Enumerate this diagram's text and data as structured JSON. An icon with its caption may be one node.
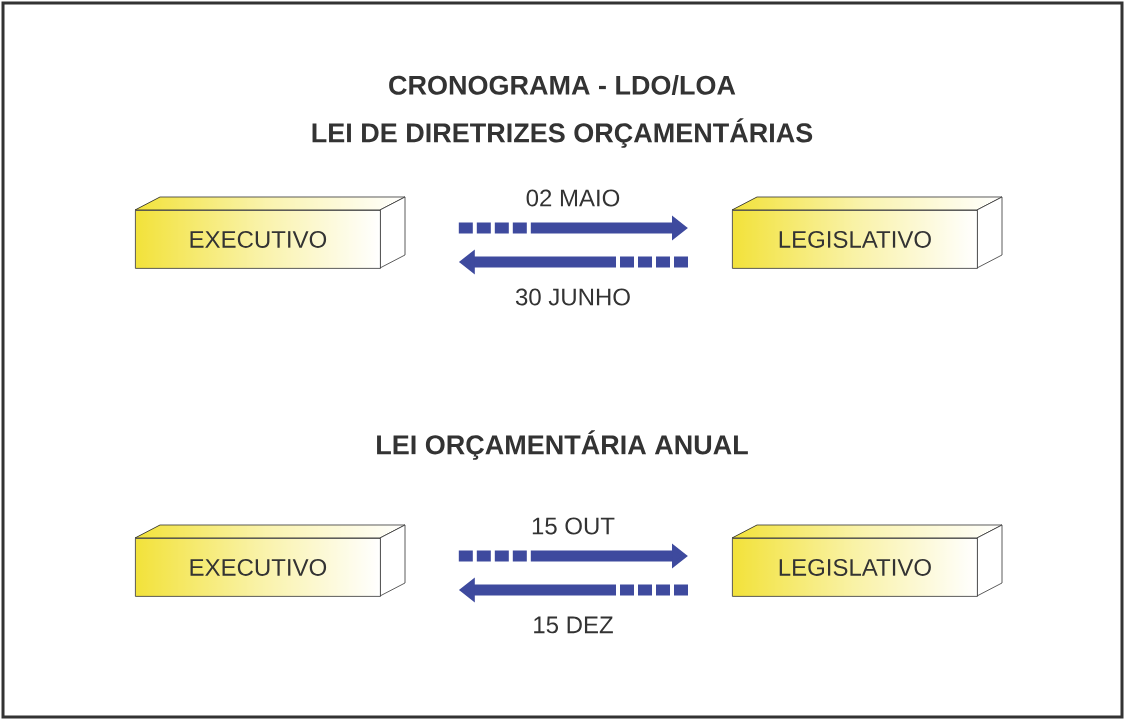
{
  "diagram": {
    "title": "CRONOGRAMA - LDO/LOA",
    "nodes": [
      {
        "text": [
          "EXECUTIVO"
        ]
      },
      {
        "text": [
          "LEGISLATIVO"
        ]
      },
      {
        "text": [
          "EXECUTIVO"
        ]
      },
      {
        "text": [
          "LEGISLATIVO"
        ]
      }
    ],
    "edges": [
      {
        "from": 0,
        "to": 1,
        "arrow": "to",
        "label": "02 MAIO"
      },
      {
        "from": 1,
        "to": 0,
        "arrow": "to",
        "label": "30 JUNHO"
      },
      {
        "from": 2,
        "to": 3,
        "arrow": "to",
        "label": "15 OUT"
      },
      {
        "from": 3,
        "to": 2,
        "arrow": "to",
        "label": "15 DEZ"
      }
    ],
    "labels": [
      "LEI DE DIRETRIZES ORÇAMENTÁRIAS",
      "LEI ORÇAMENTÁRIA ANUAL"
    ]
  }
}
